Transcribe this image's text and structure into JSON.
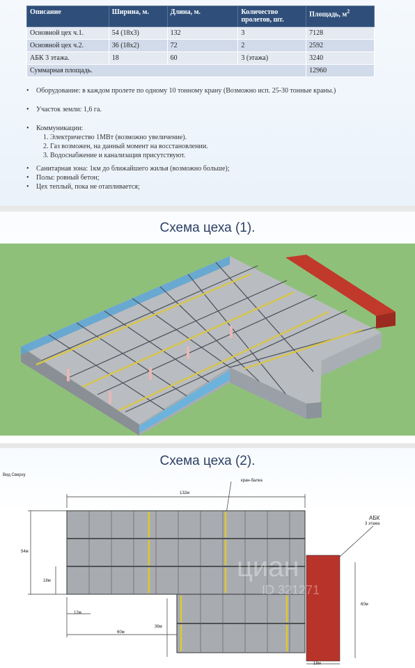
{
  "table": {
    "headers": [
      "Описание",
      "Ширина, м.",
      "Длина, м.",
      "Количество пролетов, шт.",
      "Площадь, м²"
    ],
    "rows": [
      [
        "Основной цех ч.1.",
        "54 (18х3)",
        "132",
        "3",
        "7128"
      ],
      [
        "Основной цех ч.2.",
        "36 (18х2)",
        "72",
        "2",
        "2592"
      ],
      [
        "АБК 3 этажа.",
        "18",
        "60",
        "3 (этажа)",
        "3240"
      ]
    ],
    "total_label": "Суммарная площадь.",
    "total_value": "12960"
  },
  "notes": {
    "equipment": "Оборудование: в каждом пролете по одному 10 тонному крану (Возможно исп. 25-30 тонные краны.)",
    "land": "Участок земли: 1,6 га.",
    "communications": "Коммуникации:",
    "comm_items": [
      "1.   Электричество 1МВт (возможно увеличение).",
      "2.   Газ возможен, на  данный момент на восстановлении.",
      "3.   Водоснабжение и канализация присутствуют."
    ],
    "sanitary": "Санитарная зона: 1км до ближайшего жилья (возможно больше);",
    "floors": "Полы: ровный бетон;",
    "heating": "Цех теплый, пока не отапливается;"
  },
  "slide2": {
    "title": "Схема цеха (1)."
  },
  "slide3": {
    "title": "Схема цеха (2).",
    "view_label": "Вид Сверху",
    "crane_label": "кран-балка",
    "abk_label": "АБК",
    "abk_floors": "3 этажа",
    "dims": {
      "length_top": "132м",
      "width_left": "54м",
      "span": "18м",
      "step": "12м",
      "length_bottom": "60м",
      "width_lower": "36м",
      "abk_len": "60м",
      "abk_w": "18м"
    },
    "watermark": "циан",
    "watermark_id": "ID 321271"
  },
  "colors": {
    "table_header": "#2f4f7a",
    "title": "#2c3f64",
    "grass": "#8fc07a",
    "crane": "#d8c64a",
    "abk_red": "#b8332a",
    "glass": "#6bb3dc"
  }
}
